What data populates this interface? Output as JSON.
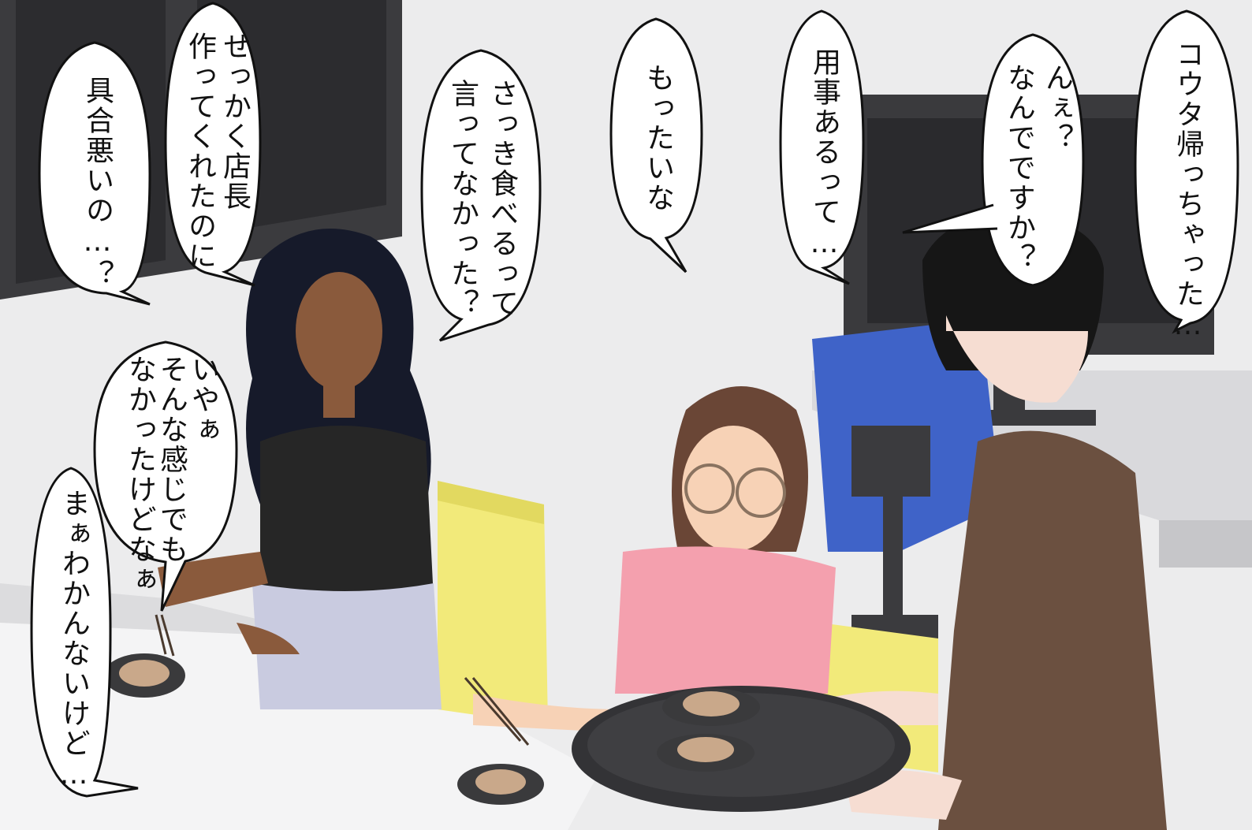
{
  "speech_bubbles": [
    {
      "id": "kouta-left",
      "lines": [
        "コウタ帰っちゃった…"
      ]
    },
    {
      "id": "nande",
      "lines": [
        "んぇ？",
        "なんでですか？"
      ]
    },
    {
      "id": "youji",
      "lines": [
        "用事あるって…"
      ]
    },
    {
      "id": "mottainai",
      "lines": [
        "もったいな"
      ]
    },
    {
      "id": "sakki",
      "lines": [
        "さっき食べるって",
        "言ってなかった？"
      ]
    },
    {
      "id": "sekkaku",
      "lines": [
        "せっかく店長",
        "作ってくれたのに"
      ]
    },
    {
      "id": "guai",
      "lines": [
        "具合悪いの…？"
      ]
    },
    {
      "id": "iyaa",
      "lines": [
        "いやぁ",
        "そんな感じでも",
        "なかったけどなぁ"
      ]
    },
    {
      "id": "maa",
      "lines": [
        "まぁわかんないけど…"
      ]
    }
  ],
  "colors": {
    "background": "#e9e9ea",
    "monitor": "#3a3a3d",
    "office_chair": "#3f63c8",
    "yellow_chair": "#f2ea7a",
    "black_top": "#262626",
    "pink_shirt": "#f4a0ae",
    "brown_shirt": "#6b5040",
    "tray": "#333336",
    "hair_dark": "#161a2a",
    "hair_brown": "#6a4636"
  }
}
